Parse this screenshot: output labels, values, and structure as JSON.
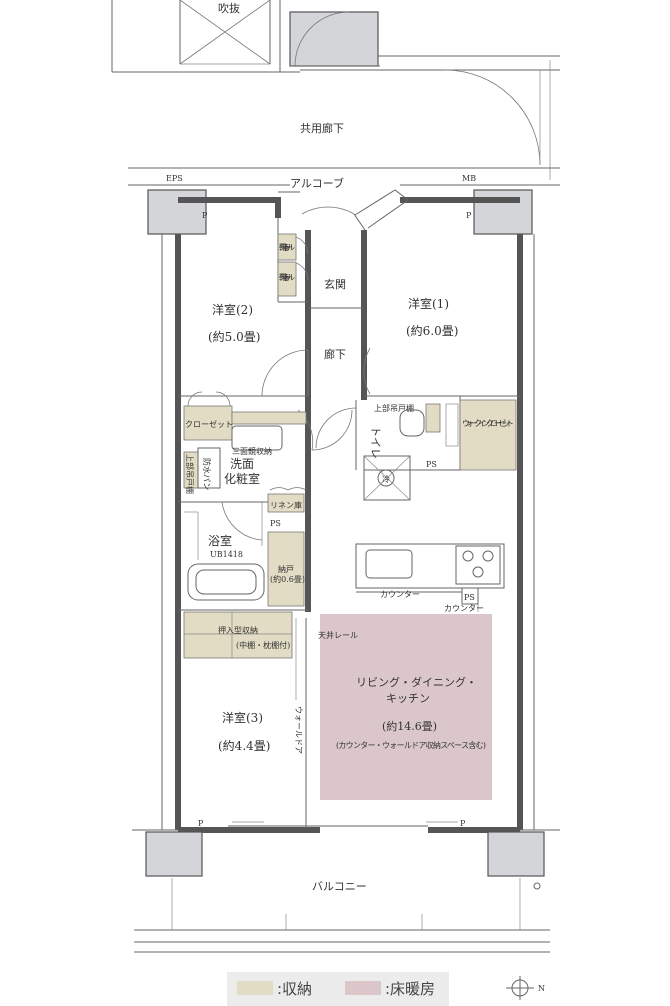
{
  "labels": {
    "fukinuke": "吹抜",
    "kyoyo_roka": "共用廊下",
    "eps": "EPS",
    "mb": "MB",
    "alcove": "アルコーブ",
    "genkan": "玄関",
    "roka": "廊下",
    "shoe1": "靴箱トール",
    "shoe2": "靴箱トール",
    "room2_name": "洋室(2)",
    "room2_size": "(約5.0畳)",
    "room1_name": "洋室(1)",
    "room1_size": "(約6.0畳)",
    "room3_name": "洋室(3)",
    "room3_size": "(約4.4畳)",
    "closet": "クローゼット",
    "walkin_closet": "ウォークインクローゼット",
    "toilet": "トイレ",
    "upper_shelf": "上部吊戸棚",
    "ps": "PS",
    "p": "P",
    "bouhan": "防水パン",
    "tana": "上部吊戸棚",
    "washroom_l1": "洗面",
    "washroom_l2": "化粧室",
    "sanmenkyo": "三面鏡収納",
    "linen": "リネン庫",
    "bath_name": "浴室",
    "bath_size": "UB1418",
    "nando_name": "納戸",
    "nando_size": "(約0.6畳)",
    "oshiire_l1": "押入型収納",
    "oshiire_l2": "(中棚・枕棚付)",
    "tenjo_rail": "天井レール",
    "wall_door": "ウォールドア",
    "counter1": "カウンター",
    "counter2": "カウンター",
    "ldk_l1": "リビング・ダイニング・",
    "ldk_l2": "キッチン",
    "ldk_size": "(約14.6畳)",
    "ldk_note": "(カウンター・ウォールドア収納スペース含む)",
    "balcony": "バルコニー",
    "reizoko": "冷"
  },
  "legend": {
    "storage_label": ":収納",
    "heating_label": ":床暖房",
    "storage_color": "#e2dcc4",
    "heating_color": "#dbc7ca",
    "north_letter": "N"
  }
}
